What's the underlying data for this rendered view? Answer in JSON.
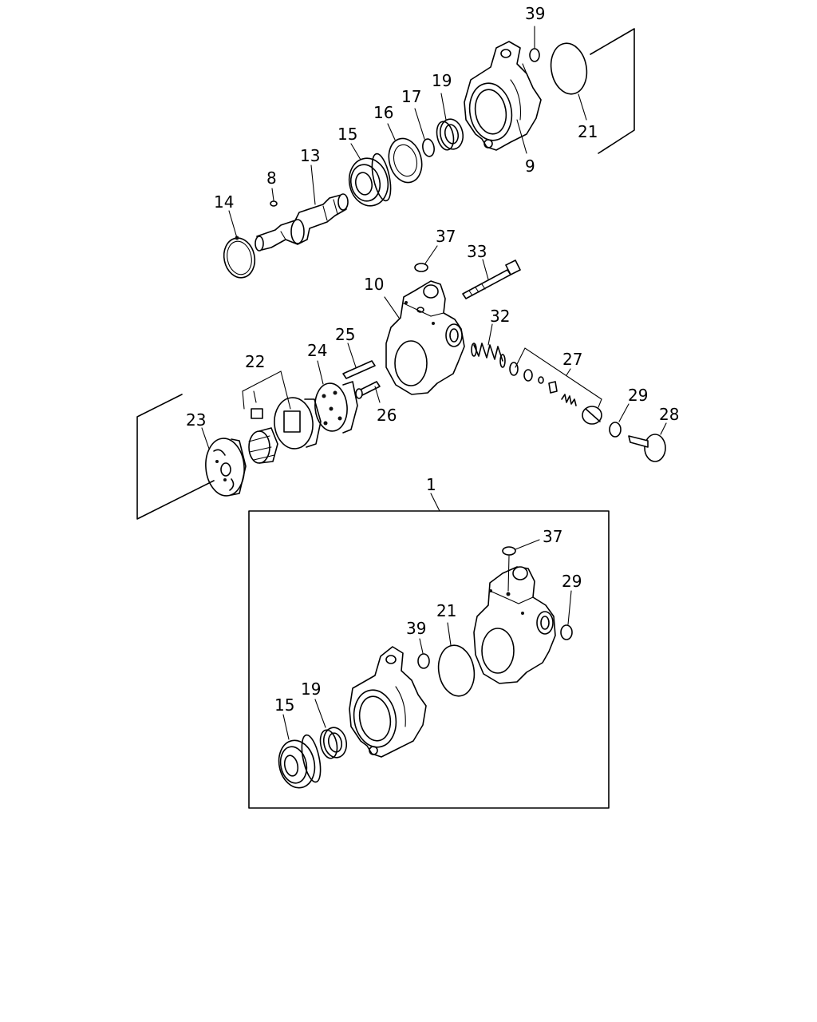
{
  "labels": {
    "l39": "39",
    "l21": "21",
    "l19": "19",
    "l17": "17",
    "l16": "16",
    "l15": "15",
    "l13": "13",
    "l8": "8",
    "l14": "14",
    "l9": "9",
    "l37": "37",
    "l33": "33",
    "l10": "10",
    "l32": "32",
    "l25": "25",
    "l24": "24",
    "l22": "22",
    "l27": "27",
    "l29": "29",
    "l28": "28",
    "l23": "23",
    "l26": "26",
    "l1": "1"
  },
  "inset_labels": {
    "l37": "37",
    "l29": "29",
    "l21": "21",
    "l39": "39",
    "l19": "19",
    "l15": "15"
  }
}
